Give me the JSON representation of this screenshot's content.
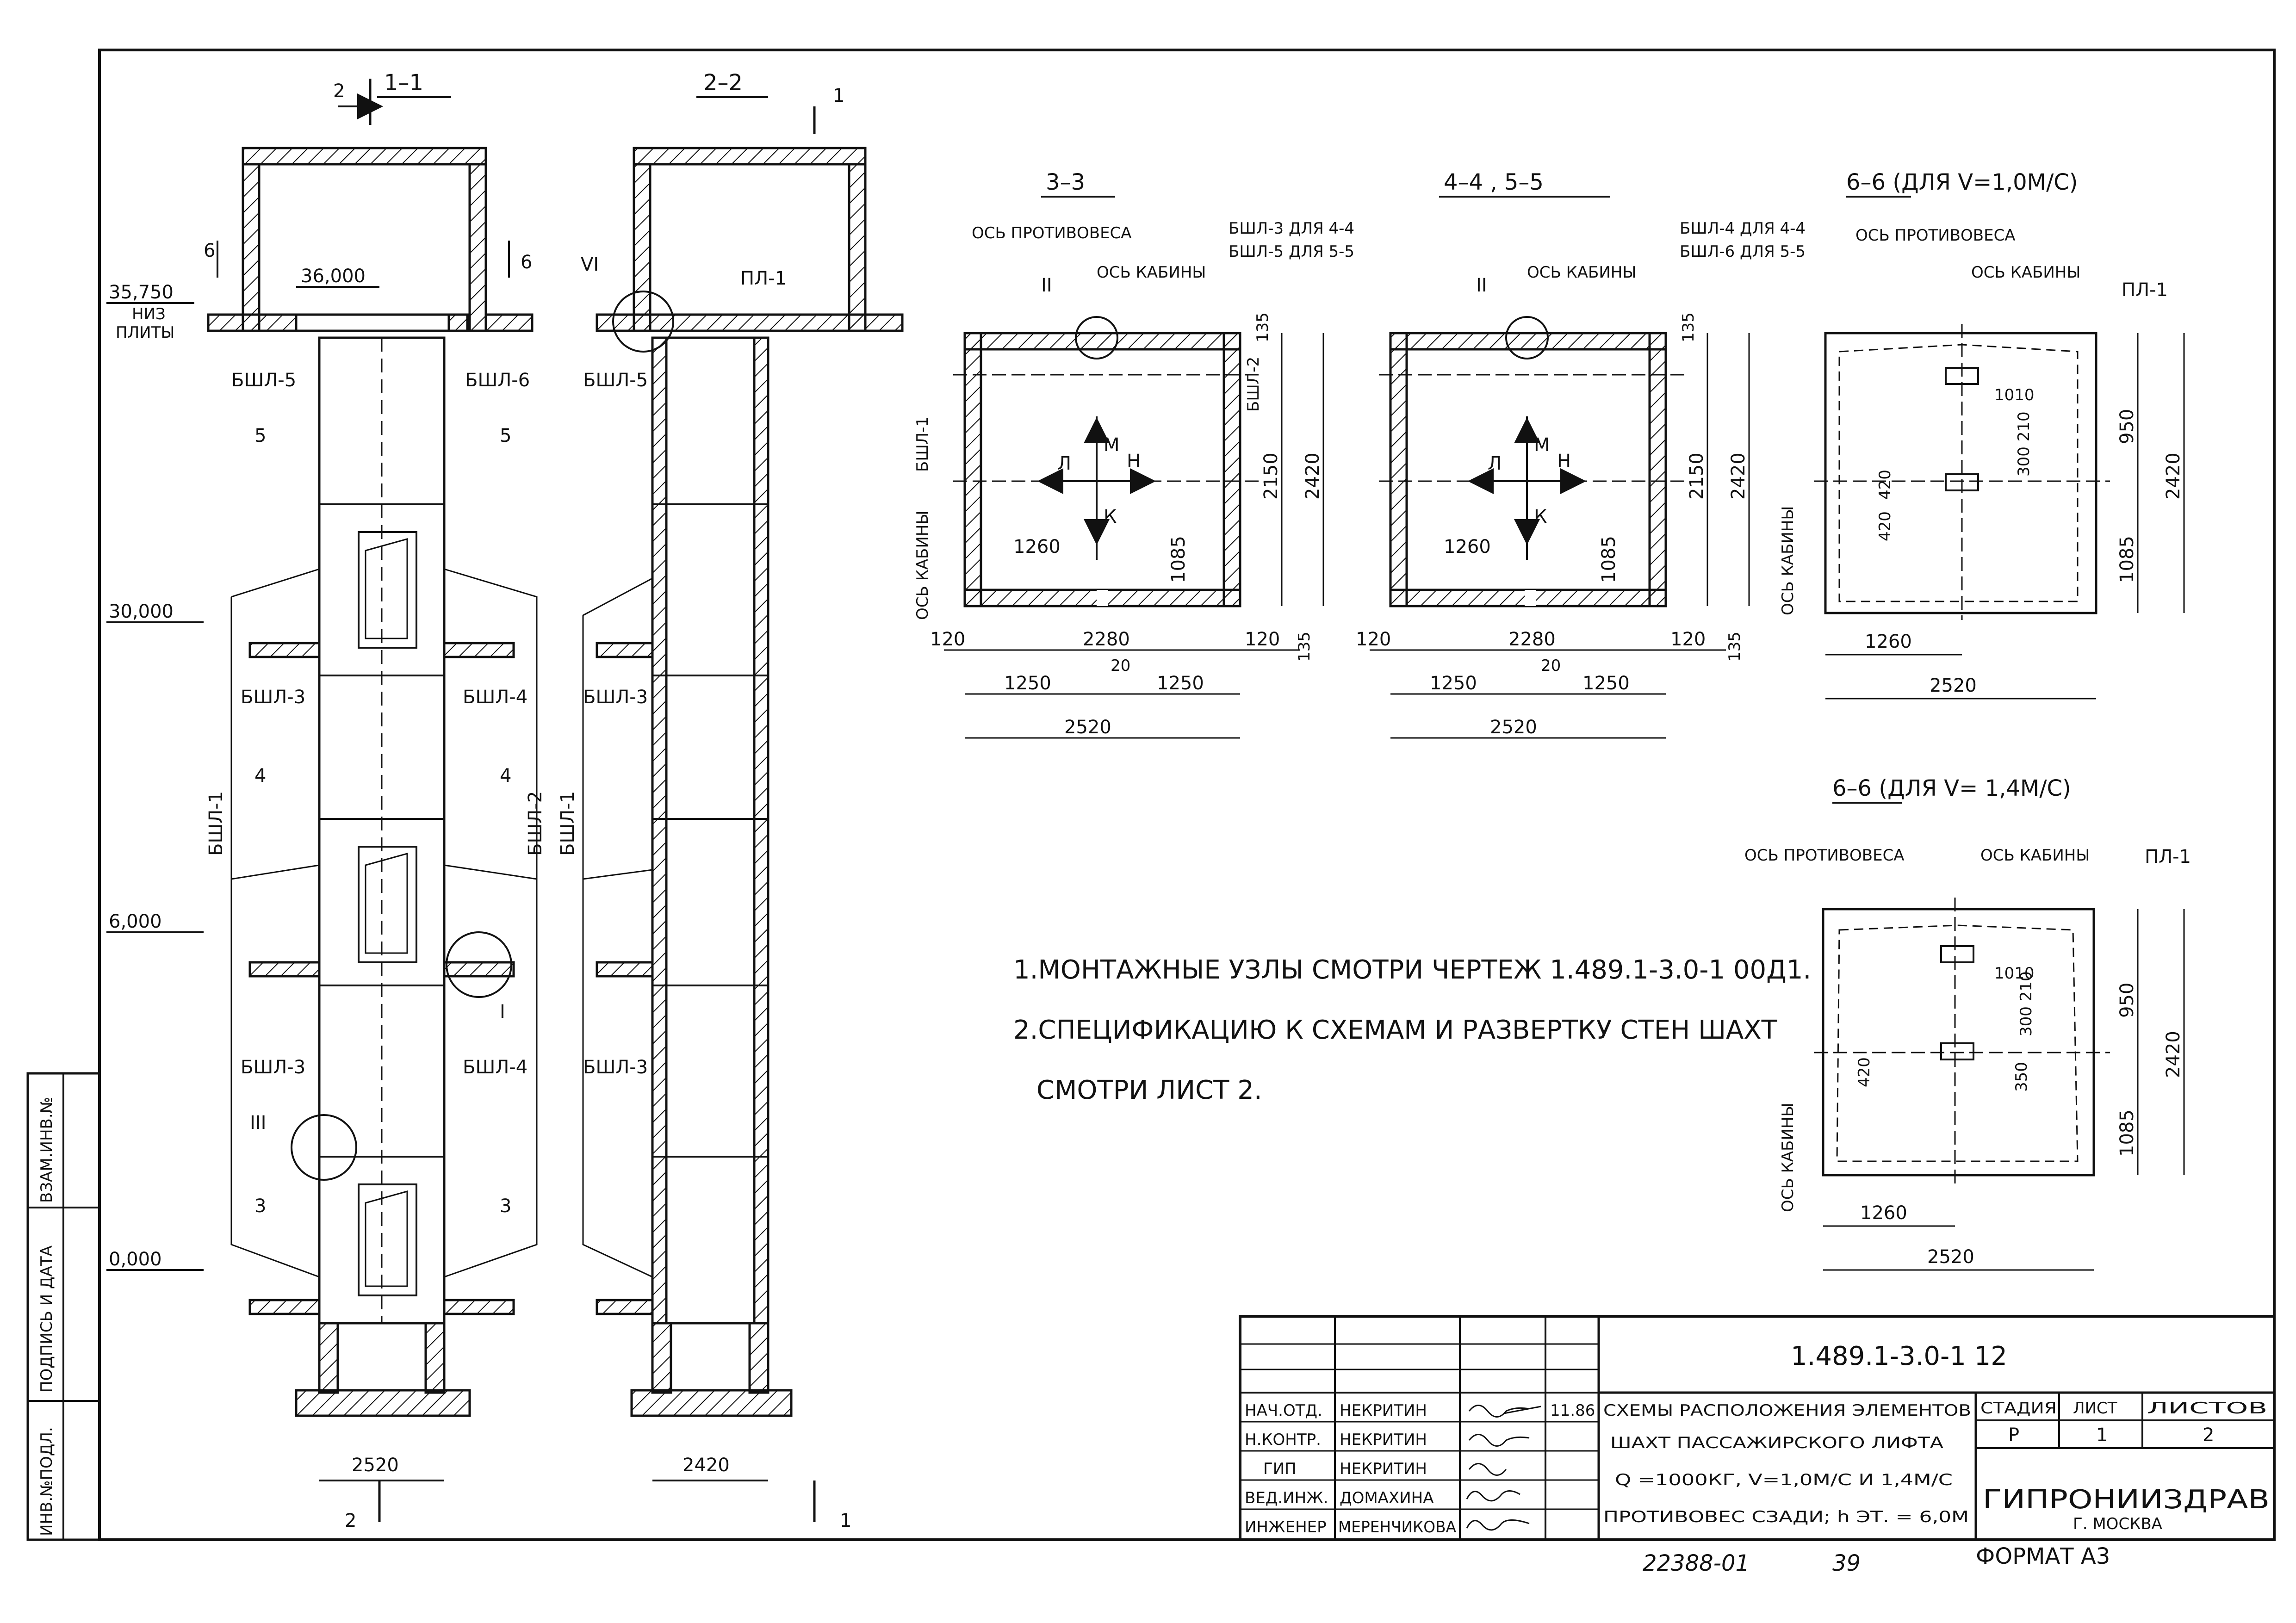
{
  "sections": {
    "s11": "1–1",
    "s22": "2–2",
    "s33": "3–3",
    "s45": "4–4 , 5–5",
    "s66a": "6–6 (ДЛЯ V=1,0М/С)",
    "s66b": "6–6 (ДЛЯ V= 1,4М/С)"
  },
  "markers": {
    "m2": "2",
    "m1": "1",
    "m6": "6",
    "m5": "5",
    "m4": "4",
    "m3": "3",
    "roman1": "I",
    "roman2": "II",
    "roman3": "III",
    "roman6": "VI"
  },
  "levels": {
    "l35750": "35,750",
    "niz": "НИЗ",
    "plity": "ПЛИТЫ",
    "l36000": "36,000",
    "l30000": "30,000",
    "l6000": "6,000",
    "l0000": "0,000"
  },
  "elements": {
    "bsl1": "БШЛ-1",
    "bsl2": "БШЛ-2",
    "bsl3": "БШЛ-3",
    "bsl4": "БШЛ-4",
    "bsl5": "БШЛ-5",
    "bsl6": "БШЛ-6",
    "pl1": "ПЛ-1"
  },
  "plan_labels": {
    "os_protivovesa": "ОСЬ ПРОТИВОВЕСА",
    "os_kabiny": "ОСЬ КАБИНЫ",
    "bsl3_44": "БШЛ-3 ДЛЯ 4-4",
    "bsl5_55": "БШЛ-5 ДЛЯ 5-5",
    "bsl4_44": "БШЛ-4 ДЛЯ 4-4",
    "bsl6_55": "БШЛ-6 ДЛЯ 5-5",
    "L": "Л",
    "M": "М",
    "N": "Н",
    "K": "К"
  },
  "dims": {
    "d2520": "2520",
    "d2420": "2420",
    "d2280": "2280",
    "d2150": "2150",
    "d1260": "1260",
    "d1085": "1085",
    "d1250": "1250",
    "d135": "135",
    "d120": "120",
    "d20": "20",
    "d1010": "1010",
    "d950": "950",
    "d420": "420",
    "d300210": "300 210",
    "d350": "350"
  },
  "notes": [
    "1.МОНТАЖНЫЕ УЗЛЫ СМОТРИ ЧЕРТЕЖ 1.489.1-3.0-1 00Д1.",
    "2.СПЕЦИФИКАЦИЮ К СХЕМАМ И РАЗВЕРТКУ СТЕН ШАХТ",
    "СМОТРИ ЛИСТ 2."
  ],
  "side_stamp": [
    "ИНВ.№ПОДЛ.",
    "ПОДПИСЬ И ДАТА",
    "ВЗАМ.ИНВ.№"
  ],
  "title_block": {
    "doc_number": "1.489.1-3.0-1 12",
    "roles": [
      "НАЧ.ОТД.",
      "Н.КОНТР.",
      "ГИП",
      "ВЕД.ИНЖ.",
      "ИНЖЕНЕР"
    ],
    "names": [
      "НЕКРИТИН",
      "НЕКРИТИН",
      "НЕКРИТИН",
      "ДОМАХИНА",
      "МЕРЕНЧИКОВА"
    ],
    "date": "11.86",
    "title_lines": [
      "СХЕМЫ РАСПОЛОЖЕНИЯ ЭЛЕМЕНТОВ",
      "ШАХТ ПАССАЖИРСКОГО ЛИФТА",
      "Q =1000КГ, V=1,0М/С И 1,4М/С",
      "ПРОТИВОВЕС СЗАДИ; h ЭТ. = 6,0М"
    ],
    "stage_h": "СТАДИЯ",
    "sheet_h": "ЛИСТ",
    "sheets_h": "ЛИСТОВ",
    "stage": "Р",
    "sheet": "1",
    "sheets": "2",
    "org": "ГИПРОНИИЗДРАВ",
    "city": "Г. МОСКВА",
    "format": "ФОРМАТ А3"
  },
  "bottom_numbers": {
    "archive": "22388-01",
    "page": "39"
  }
}
